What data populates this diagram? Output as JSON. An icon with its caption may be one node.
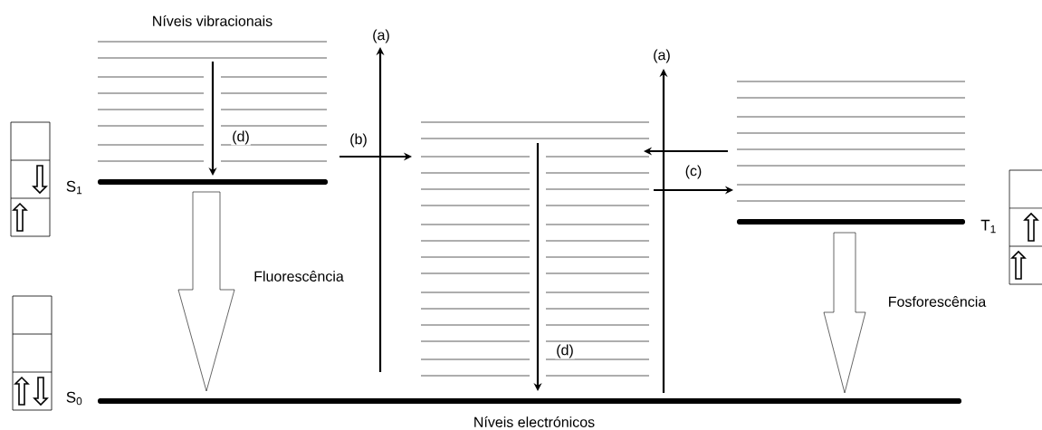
{
  "diagram": {
    "nodes": [
      {
        "text": [
          "Níveis vibracionais"
        ]
      },
      {
        "text": [],
        "shape": "bar",
        "beside": [
          "S$_{1}$"
        ]
      },
      {
        "text": [],
        "shape": "box"
      },
      {
        "text": [],
        "shape": "box"
      },
      {
        "text": [],
        "shape": "bar",
        "beside": [
          "T$_{1}$"
        ]
      },
      {
        "text": [],
        "shape": "bar",
        "beside": [
          "S$_{0}$"
        ]
      }
    ],
    "edges": [
      {
        "from": 0,
        "to": 1,
        "arrow": "to",
        "label": "(d)"
      },
      {
        "from": 0,
        "to": 2,
        "arrow": "to",
        "label": "(b)"
      },
      {
        "from": 1,
        "to": 5,
        "arrow": "to",
        "label": "Fluorescência",
        "style": "thick"
      },
      {
        "from": 2,
        "to": 5,
        "arrow": "to",
        "label": "(d)"
      },
      {
        "from": 3,
        "to": 2,
        "arrow": "to"
      },
      {
        "from": 2,
        "to": 3,
        "arrow": "to",
        "label": "(c)"
      },
      {
        "from": 4,
        "to": 5,
        "arrow": "to",
        "label": "Fosforescência",
        "style": "thick"
      },
      {
        "from": 5,
        "to": null,
        "arrow": "to",
        "label": "(a)"
      },
      {
        "from": 5,
        "to": null,
        "arrow": "to",
        "label": "(a)"
      }
    ],
    "labels": [
      "Níveis electrónicos"
    ]
  }
}
